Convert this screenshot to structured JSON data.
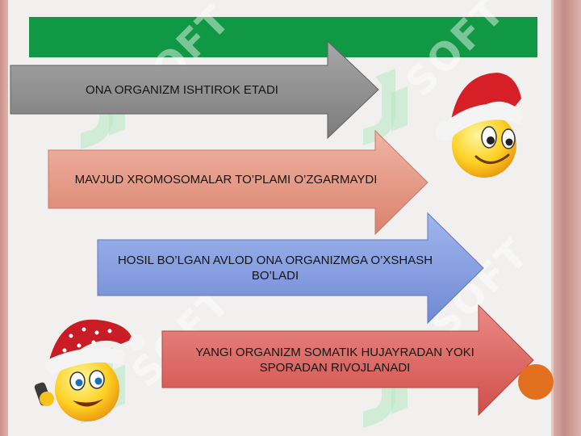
{
  "slide": {
    "title": "",
    "arrows": [
      {
        "text": "ONA ORGANIZM ISHTIROK ETADI",
        "fill": "#8a8a8a"
      },
      {
        "text": "MAVJUD XROMOSOMALAR TO’PLAMI O’ZGARMAYDI",
        "fill": "#e0937f"
      },
      {
        "text": "HOSIL BO’LGAN AVLOD ONA ORGANIZMGA O’XSHASH BO’LADI",
        "fill": "#7e98db"
      },
      {
        "text": "YANGI ORGANIZM SOMATIK HUJAYRADAN YOKI SPORADAN RIVOJLANADI",
        "fill": "#d9635f"
      }
    ],
    "watermark": "SOFT",
    "colors": {
      "title_bar": "#109844",
      "accent_dot": "#e3701f"
    },
    "icons": [
      "santa-hat-smiley-icon",
      "santa-hat-phone-smiley-icon"
    ]
  }
}
